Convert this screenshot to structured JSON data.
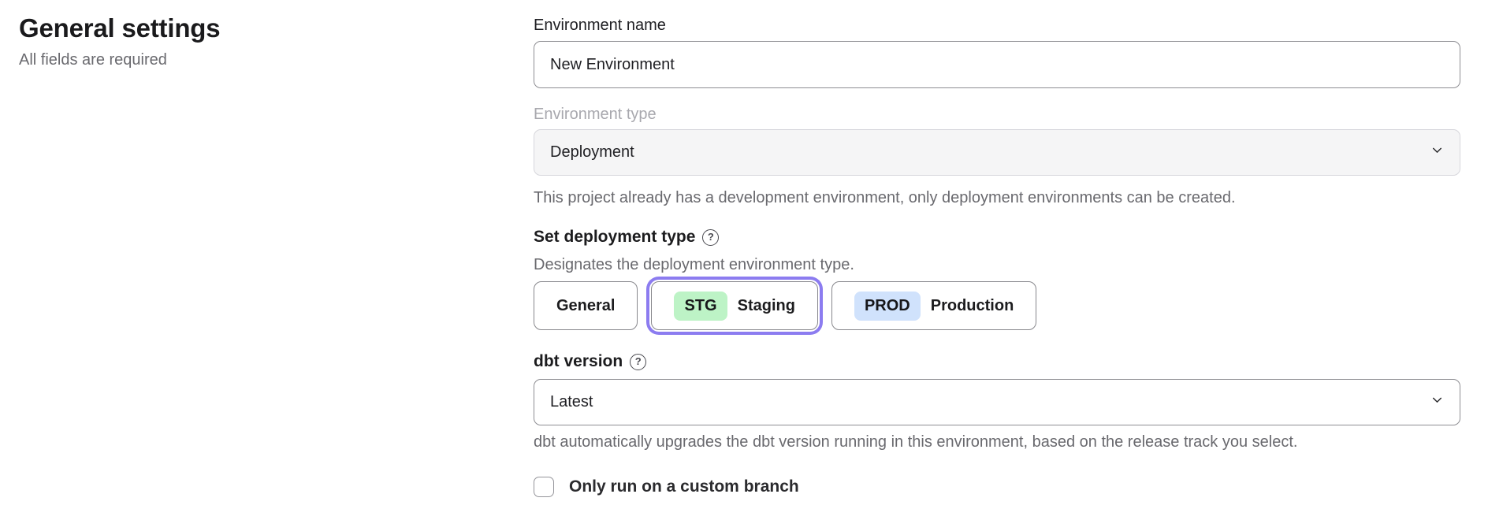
{
  "header": {
    "title": "General settings",
    "subtitle": "All fields are required"
  },
  "form": {
    "environment_name": {
      "label": "Environment name",
      "value": "New Environment"
    },
    "environment_type": {
      "label": "Environment type",
      "value": "Deployment",
      "disabled": true,
      "helper": "This project already has a development environment, only deployment environments can be created."
    },
    "deployment_type": {
      "label": "Set deployment type",
      "helper": "Designates the deployment environment type.",
      "options": [
        {
          "label": "General",
          "badge": "",
          "selected": false
        },
        {
          "label": "Staging",
          "badge": "STG",
          "selected": true
        },
        {
          "label": "Production",
          "badge": "PROD",
          "selected": false
        }
      ]
    },
    "dbt_version": {
      "label": "dbt version",
      "value": "Latest",
      "helper": "dbt automatically upgrades the dbt version running in this environment, based on the release track you select."
    },
    "custom_branch": {
      "label": "Only run on a custom branch",
      "checked": false
    }
  },
  "icons": {
    "help": "?"
  },
  "colors": {
    "selected_ring": "#8c7cf0",
    "staging_badge_bg": "#bdf3c6",
    "production_badge_bg": "#d0e2fc",
    "text_dark": "#1f1f23",
    "text_muted": "#69696e",
    "text_disabled": "#a8a8ae",
    "border_strong": "#8e8e93",
    "border_muted": "#d7d7dc",
    "disabled_bg": "#f5f5f6"
  }
}
